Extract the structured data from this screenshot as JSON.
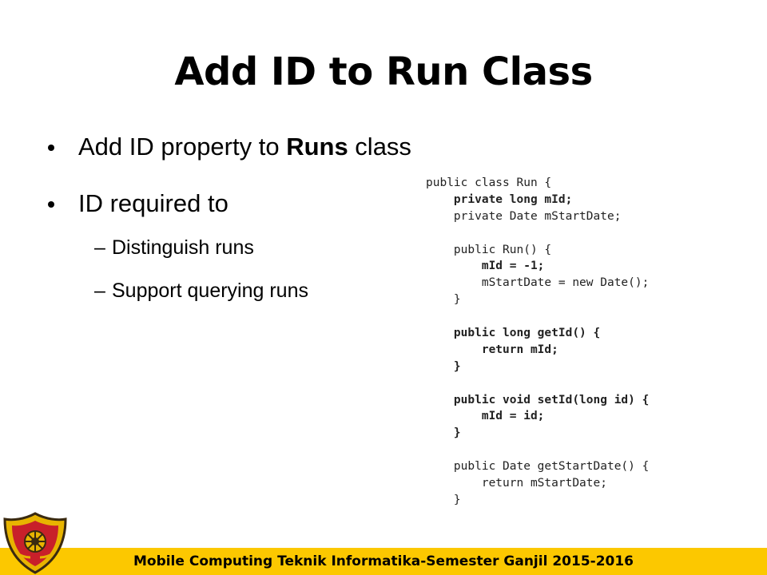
{
  "slide": {
    "title": "Add ID to Run Class",
    "bullets": [
      {
        "text_before": "Add ID property to ",
        "text_bold": "Runs",
        "text_after": " class"
      },
      {
        "text": "ID required to"
      }
    ],
    "sub_bullets": [
      {
        "dash": "–",
        "text": "Distinguish runs"
      },
      {
        "dash": "–",
        "text": "Support querying runs"
      }
    ]
  },
  "code_lines": [
    {
      "text": "public class Run {",
      "bold": false
    },
    {
      "text": "    private long mId;",
      "bold": true
    },
    {
      "text": "    private Date mStartDate;",
      "bold": false
    },
    {
      "text": "",
      "bold": false
    },
    {
      "text": "    public Run() {",
      "bold": false
    },
    {
      "text": "        mId = -1;",
      "bold": true
    },
    {
      "text": "        mStartDate = new Date();",
      "bold": false
    },
    {
      "text": "    }",
      "bold": false
    },
    {
      "text": "",
      "bold": false
    },
    {
      "text": "    public long getId() {",
      "bold": true
    },
    {
      "text": "        return mId;",
      "bold": true
    },
    {
      "text": "    }",
      "bold": true
    },
    {
      "text": "",
      "bold": false
    },
    {
      "text": "    public void setId(long id) {",
      "bold": true
    },
    {
      "text": "        mId = id;",
      "bold": true
    },
    {
      "text": "    }",
      "bold": true
    },
    {
      "text": "",
      "bold": false
    },
    {
      "text": "    public Date getStartDate() {",
      "bold": false
    },
    {
      "text": "        return mStartDate;",
      "bold": false
    },
    {
      "text": "    }",
      "bold": false
    }
  ],
  "footer": {
    "text": "Mobile Computing Teknik Informatika-Semester Ganjil 2015-2016"
  },
  "colors": {
    "footer_bar": "#fcc800",
    "logo_gold": "#e8b400",
    "logo_red": "#c8202a",
    "logo_dark": "#3a2a10"
  },
  "icons": {
    "logo": "university-crest-icon"
  }
}
